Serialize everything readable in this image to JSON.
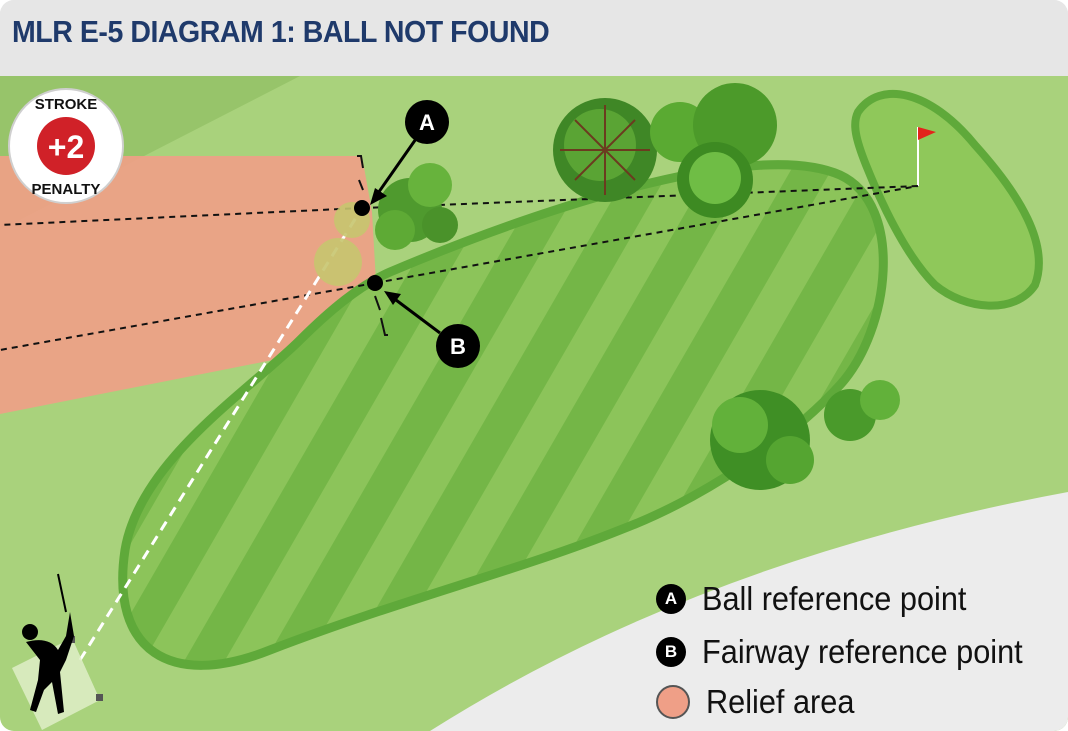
{
  "title": "MLR E-5 DIAGRAM 1:  BALL NOT FOUND",
  "penalty_badge": {
    "top_text": "STROKE",
    "value": "+2",
    "bottom_text": "PENALTY"
  },
  "markers": {
    "a": "A",
    "b": "B"
  },
  "legend": [
    {
      "key": "A",
      "label": "Ball reference point"
    },
    {
      "key": "B",
      "label": "Fairway reference point"
    },
    {
      "key": "",
      "label": "Relief area"
    }
  ],
  "colors": {
    "title": "#1f3a6b",
    "rough": "#a8d07a",
    "fairway": "#7dbb4f",
    "relief_area": "#ef9f87",
    "penalty_red": "#d02128",
    "flag": "#e3231c",
    "marker": "#000000"
  },
  "icons": [
    "golfer-icon",
    "flag-icon",
    "tree-icon",
    "stroke-penalty-badge"
  ]
}
